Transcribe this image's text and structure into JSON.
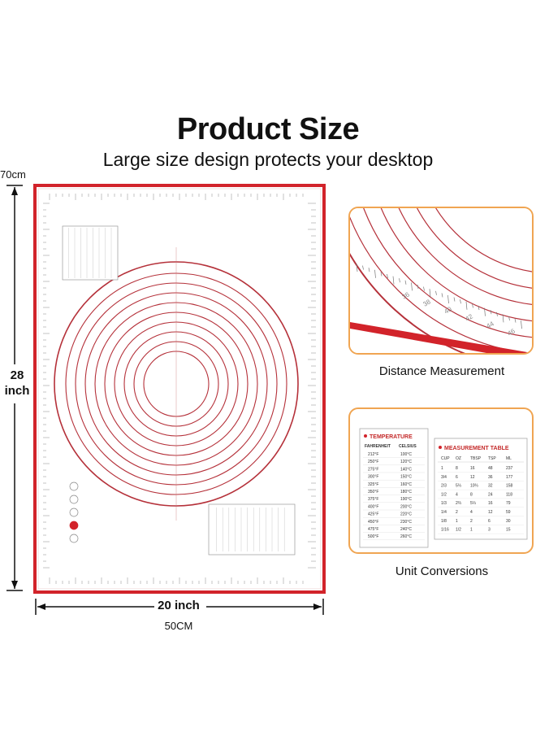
{
  "header": {
    "title": "Product Size",
    "subtitle": "Large size design protects your desktop"
  },
  "dimensions": {
    "height_cm": "70cm",
    "height_inch_value": "28",
    "height_inch_unit": "inch",
    "width_inch": "20 inch",
    "width_cm": "50CM"
  },
  "features": {
    "distance_caption": "Distance Measurement",
    "unit_caption": "Unit Conversions"
  },
  "mat": {
    "temperature_title": "TEMPERATURE",
    "fahrenheit_label": "FAHRENHEIT",
    "celsius_label": "CELSIUS",
    "temperature_rows": [
      [
        "212°F",
        "100°C"
      ],
      [
        "250°F",
        "120°C"
      ],
      [
        "275°F",
        "140°C"
      ],
      [
        "300°F",
        "150°C"
      ],
      [
        "325°F",
        "160°C"
      ],
      [
        "350°F",
        "180°C"
      ],
      [
        "375°F",
        "190°C"
      ],
      [
        "400°F",
        "200°C"
      ],
      [
        "425°F",
        "220°C"
      ],
      [
        "450°F",
        "230°C"
      ],
      [
        "475°F",
        "240°C"
      ],
      [
        "500°F",
        "260°C"
      ]
    ],
    "measurement_title": "MEASUREMENT TABLE",
    "measurement_header": [
      "CUP",
      "OZ",
      "TBSP",
      "TSP",
      "ML"
    ],
    "measurement_rows": [
      [
        "1",
        "8",
        "16",
        "48",
        "237"
      ],
      [
        "3/4",
        "6",
        "12",
        "36",
        "177"
      ],
      [
        "2/3",
        "5⅓",
        "10⅔",
        "32",
        "158"
      ],
      [
        "1/2",
        "4",
        "8",
        "24",
        "118"
      ],
      [
        "1/3",
        "2⅔",
        "5⅓",
        "16",
        "79"
      ],
      [
        "1/4",
        "2",
        "4",
        "12",
        "59"
      ],
      [
        "1/8",
        "1",
        "2",
        "6",
        "30"
      ],
      [
        "1/16",
        "1/2",
        "1",
        "3",
        "15"
      ]
    ],
    "zoom_ruler_labels": [
      "36",
      "38",
      "40",
      "42",
      "44",
      "46"
    ]
  },
  "colors": {
    "mat_red": "#d2232a",
    "circle_red": "#b5313a",
    "panel_border": "#f0a552"
  }
}
